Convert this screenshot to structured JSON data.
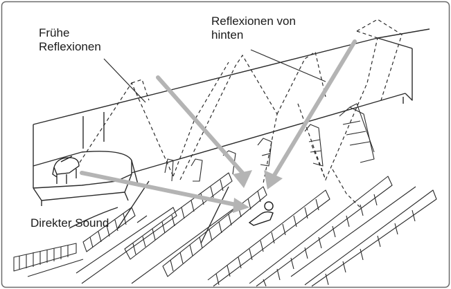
{
  "labels": {
    "early_reflections_line1": "Frühe",
    "early_reflections_line2": "Reflexionen",
    "rear_reflections_line1": "Reflexionen von",
    "rear_reflections_line2": "hinten",
    "direct_sound": "Direkter Sound"
  },
  "colors": {
    "frame": "#6a6a6a",
    "lines": "#2a2a2a",
    "arrows": "#b4b4b4",
    "background": "#ffffff"
  },
  "icons": {
    "piano": "grand-piano-icon",
    "listener": "listener-icon"
  }
}
